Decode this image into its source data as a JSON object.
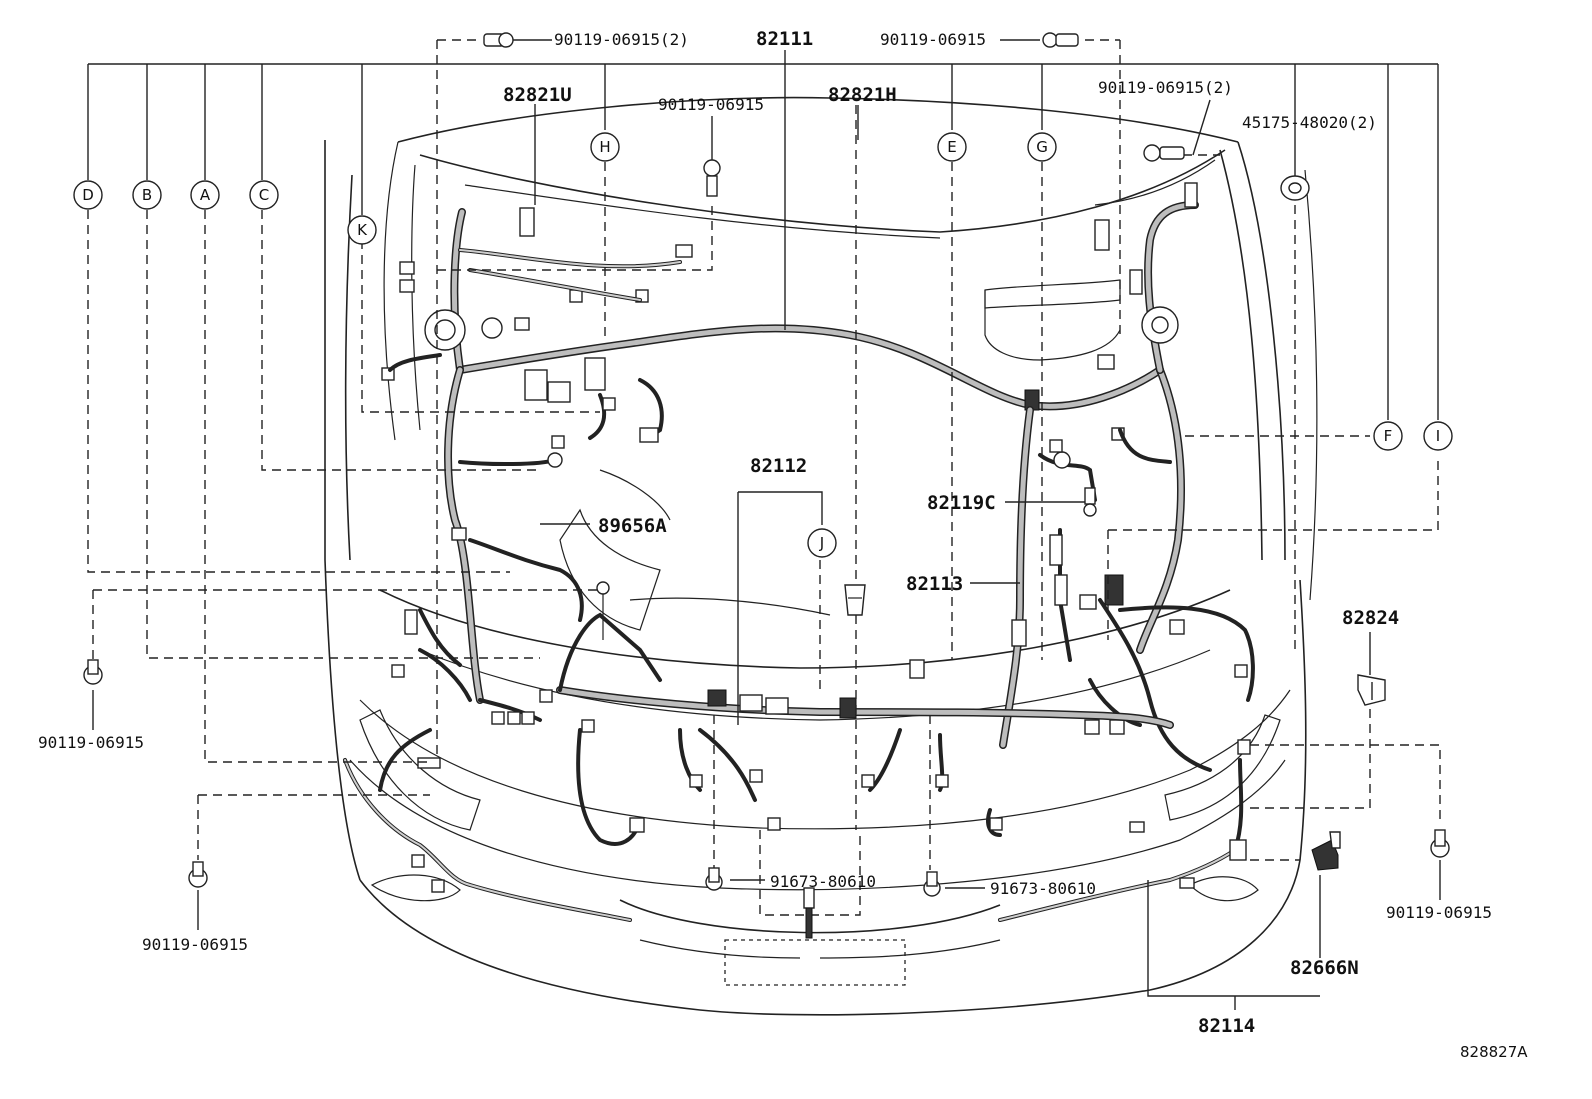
{
  "labels": {
    "harness_82111": "82111",
    "harness_82112": "82112",
    "harness_82113": "82113",
    "harness_82114": "82114",
    "part_82821U": "82821U",
    "part_82821H": "82821H",
    "part_82119C": "82119C",
    "part_89656A": "89656A",
    "part_82824": "82824",
    "part_82666N": "82666N",
    "bolt_top_left_qty": "90119-06915(2)",
    "bolt_top_center": "90119-06915",
    "bolt_top_mid": "90119-06915",
    "bolt_top_right_qty": "90119-06915(2)",
    "clip_top_right": "45175-48020(2)",
    "bolt_left_mid": "90119-06915",
    "bolt_left_low": "90119-06915",
    "bolt_right_low": "90119-06915",
    "screw_center_left": "91673-80610",
    "screw_center_right": "91673-80610"
  },
  "callouts": [
    "D",
    "B",
    "A",
    "C",
    "K",
    "H",
    "E",
    "G",
    "F",
    "I",
    "J"
  ],
  "reference_code": "828827A"
}
